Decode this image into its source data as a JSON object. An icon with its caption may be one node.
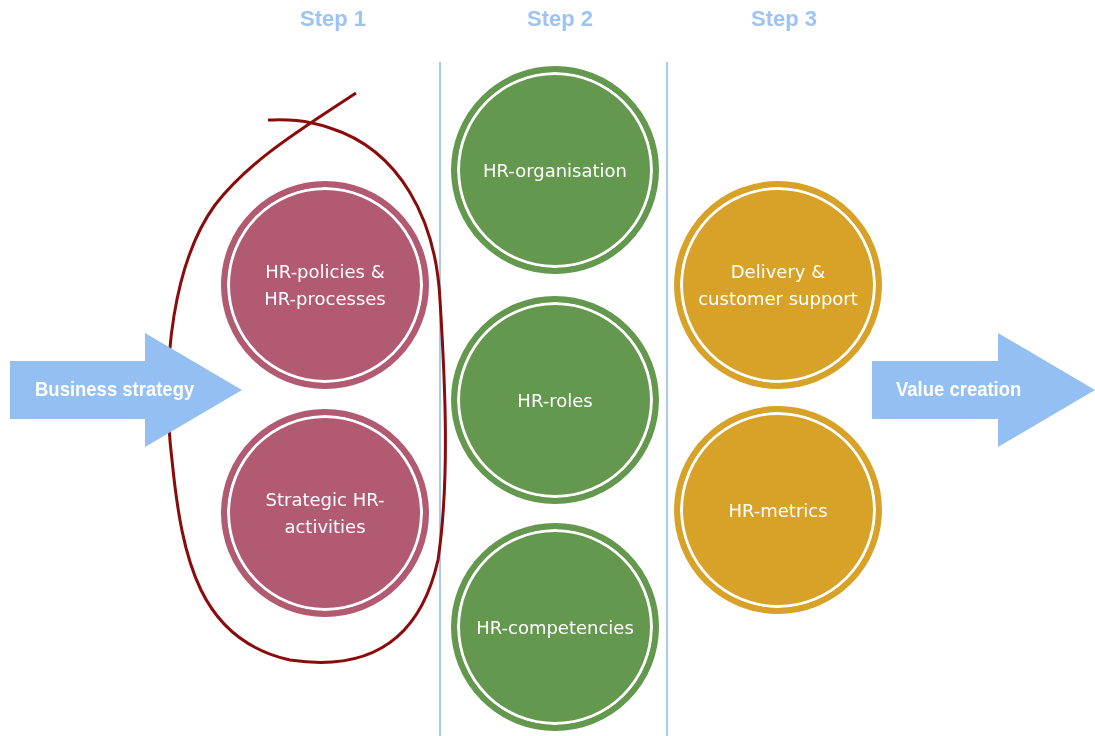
{
  "diagram": {
    "nodes": [
      {
        "text": [
          "Business strategy"
        ]
      },
      {
        "text": [
          "HR-policies & HR-processes"
        ]
      },
      {
        "text": [
          "Strategic HR-activities"
        ]
      },
      {
        "text": [
          "HR-organisation"
        ]
      },
      {
        "text": [
          "HR-roles"
        ]
      },
      {
        "text": [
          "HR-competencies"
        ]
      },
      {
        "text": [
          "Delivery & customer support"
        ]
      },
      {
        "text": [
          "HR-metrics"
        ]
      },
      {
        "text": [
          "Value creation"
        ]
      }
    ],
    "edges": [],
    "labels": [
      "Step 1",
      "Step 2",
      "Step 3"
    ]
  }
}
